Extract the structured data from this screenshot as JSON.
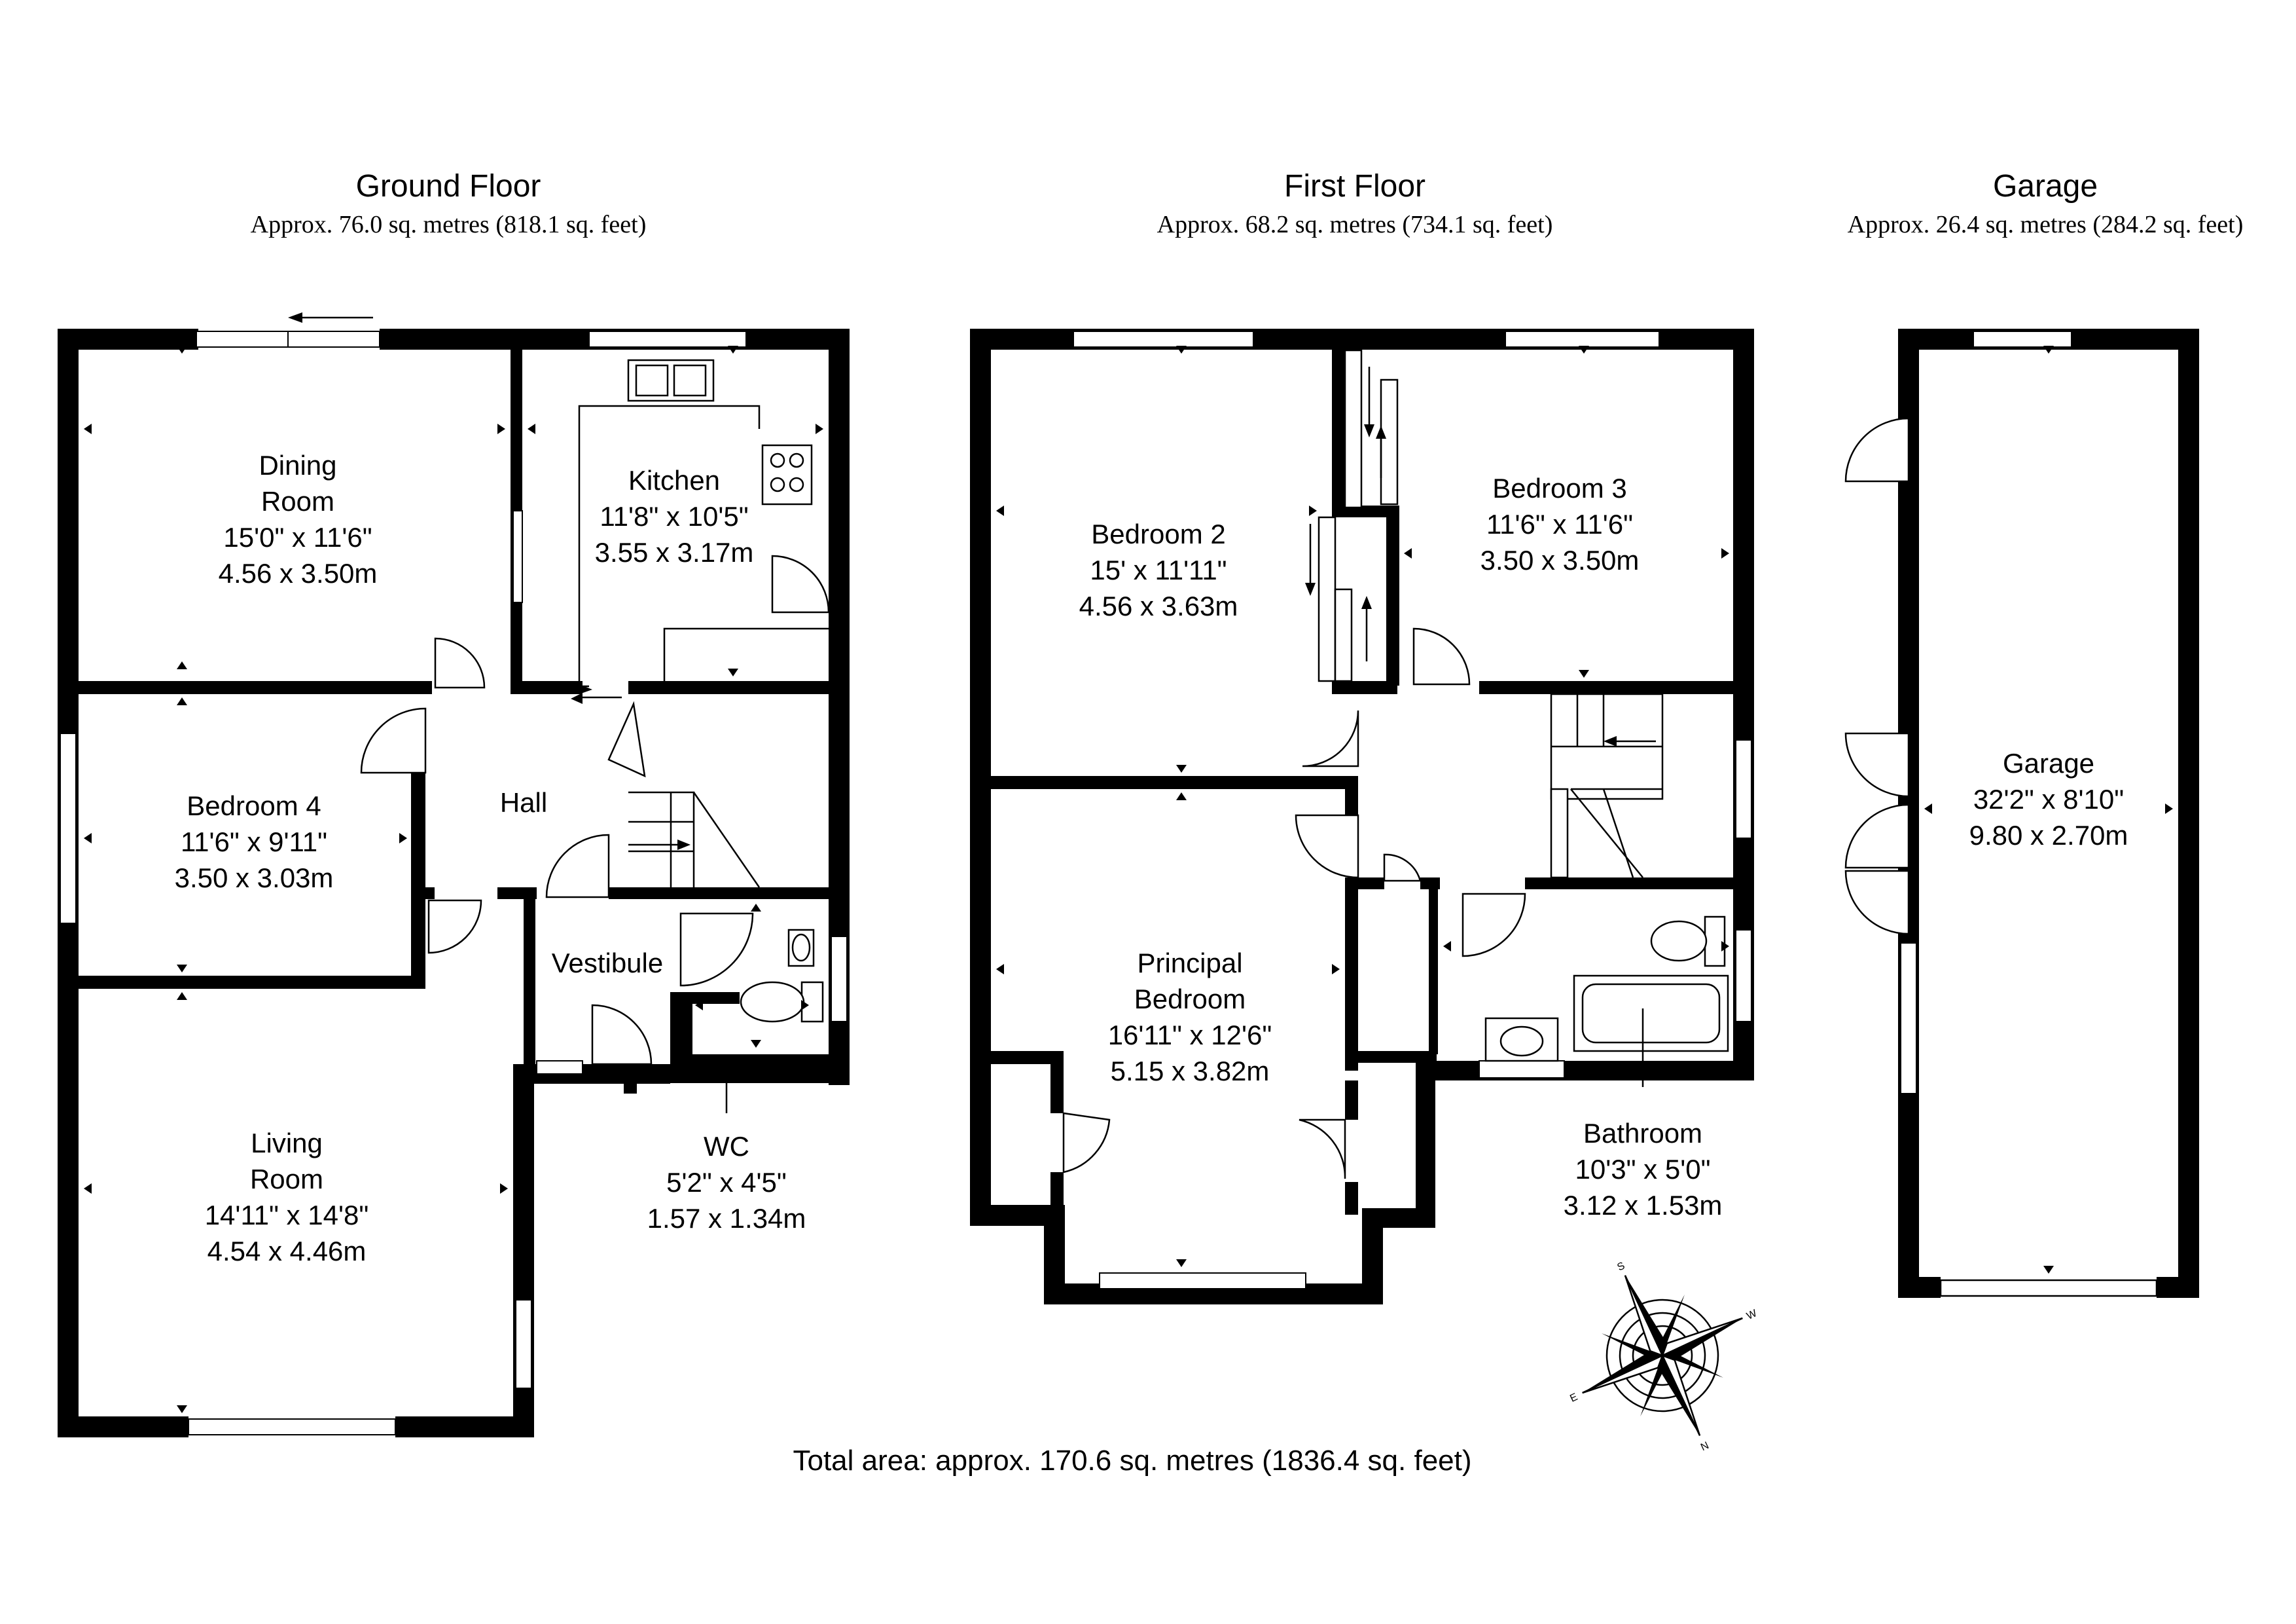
{
  "floors": {
    "ground": {
      "title": "Ground Floor",
      "area": "Approx. 76.0 sq. metres (818.1 sq. feet)",
      "rooms": {
        "dining": {
          "name_1": "Dining",
          "name_2": "Room",
          "imperial": "15'0\" x 11'6\"",
          "metric": "4.56 x 3.50m"
        },
        "kitchen": {
          "name_1": "Kitchen",
          "imperial": "11'8\" x 10'5\"",
          "metric": "3.55 x 3.17m"
        },
        "bedroom4": {
          "name_1": "Bedroom 4",
          "imperial": "11'6\" x 9'11\"",
          "metric": "3.50 x 3.03m"
        },
        "hall": {
          "name_1": "Hall"
        },
        "vestibule": {
          "name_1": "Vestibule"
        },
        "living": {
          "name_1": "Living",
          "name_2": "Room",
          "imperial": "14'11\" x 14'8\"",
          "metric": "4.54 x 4.46m"
        },
        "wc": {
          "name_1": "WC",
          "imperial": "5'2\" x 4'5\"",
          "metric": "1.57 x 1.34m"
        }
      }
    },
    "first": {
      "title": "First Floor",
      "area": "Approx. 68.2 sq. metres (734.1 sq. feet)",
      "rooms": {
        "bedroom2": {
          "name_1": "Bedroom 2",
          "imperial": "15' x 11'11\"",
          "metric": "4.56 x 3.63m"
        },
        "bedroom3": {
          "name_1": "Bedroom 3",
          "imperial": "11'6\" x 11'6\"",
          "metric": "3.50 x 3.50m"
        },
        "principal": {
          "name_1": "Principal",
          "name_2": "Bedroom",
          "imperial": "16'11\" x 12'6\"",
          "metric": "5.15 x 3.82m"
        },
        "bathroom": {
          "name_1": "Bathroom",
          "imperial": "10'3\" x 5'0\"",
          "metric": "3.12 x 1.53m"
        }
      }
    },
    "garage": {
      "title": "Garage",
      "area": "Approx. 26.4 sq. metres (284.2 sq. feet)",
      "rooms": {
        "garage": {
          "name_1": "Garage",
          "imperial": "32'2\" x 8'10\"",
          "metric": "9.80 x 2.70m"
        }
      }
    }
  },
  "total_area": "Total area: approx. 170.6 sq. metres (1836.4 sq. feet)",
  "compass": {
    "letters": [
      "S",
      "W",
      "N",
      "E"
    ],
    "icon": "compass-rose-icon"
  }
}
